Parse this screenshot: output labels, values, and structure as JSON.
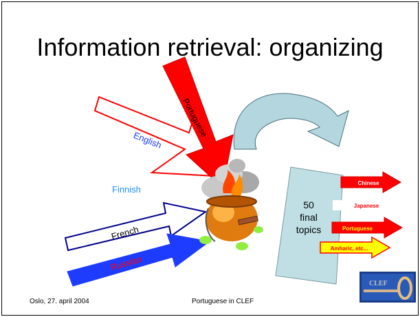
{
  "slide": {
    "title": "Information retrieval: organizing",
    "footer_left": "Oslo, 27. april 2004",
    "footer_center": "Portuguese in CLEF"
  },
  "inputs": {
    "portuguese": "Portuguese",
    "english": "English",
    "finnish": "Finnish",
    "french": "French",
    "russian": "Russian"
  },
  "output_box": {
    "line1": "50",
    "line2": "final",
    "line3": "topics"
  },
  "outputs": {
    "chinese": "Chinese",
    "japanese": "Japanese",
    "portuguese": "Portuguese",
    "amharic": "Amharic, etc..."
  },
  "logo": {
    "text": "CLEF"
  },
  "colors": {
    "red": "#ff0000",
    "blue": "#1e3cff",
    "navy": "#00008b",
    "finnish": "#1e90ff",
    "yellow": "#ffff00",
    "curved_arrow": "#b4d7df",
    "box_fill": "#bfdfe5"
  }
}
